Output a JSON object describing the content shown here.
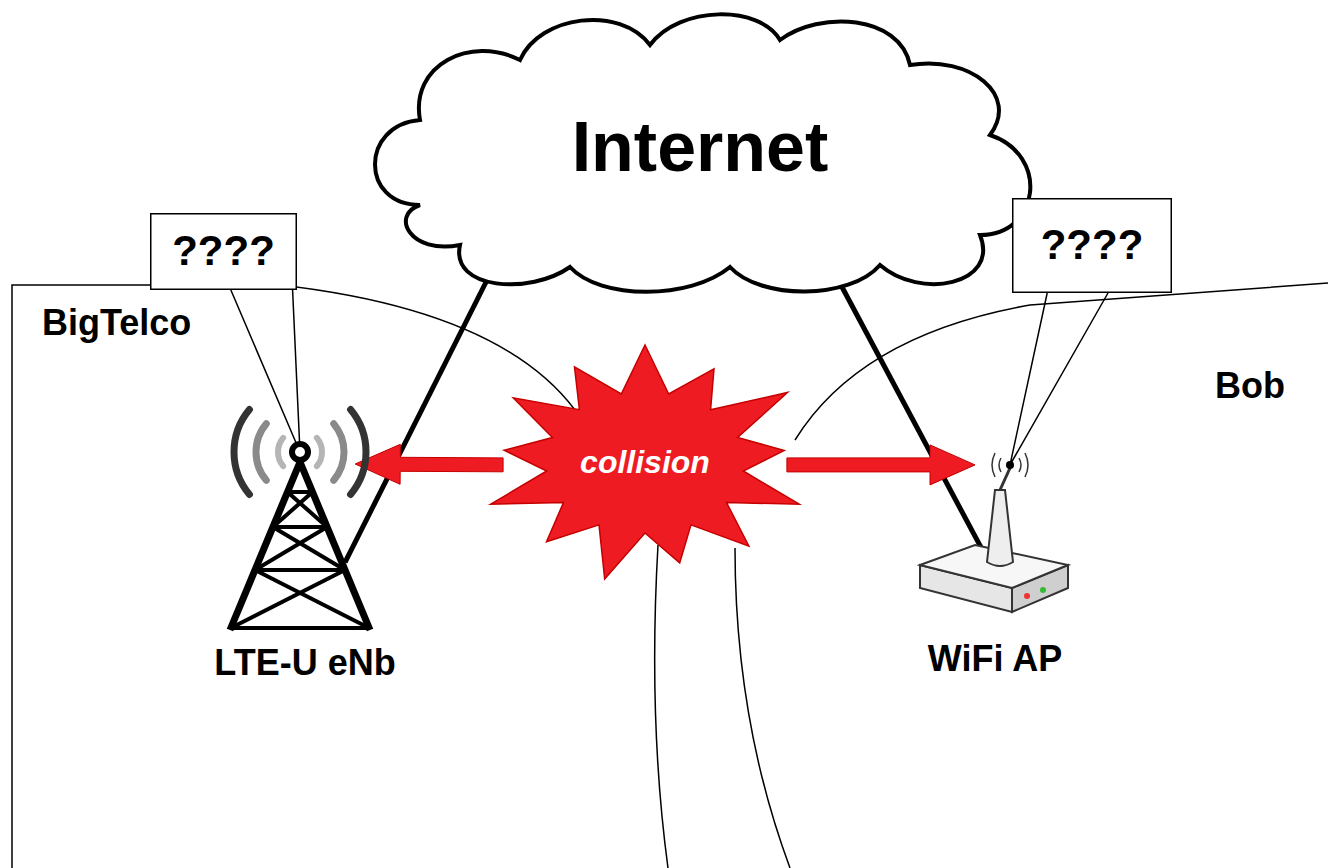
{
  "diagram": {
    "nodes": [
      {
        "text": [
          "Internet"
        ]
      },
      {
        "text": [
          "????"
        ]
      },
      {
        "text": [
          "????"
        ]
      },
      {
        "text": [
          "BigTelco"
        ]
      },
      {
        "text": [
          "LTE-U eNb"
        ],
        "in": 3
      },
      {
        "text": [
          "collision"
        ]
      },
      {
        "text": [
          "Bob"
        ]
      },
      {
        "text": [
          "WiFi AP"
        ],
        "in": 6
      }
    ],
    "edges": [
      {
        "from": 0,
        "to": 4,
        "arrow": "none"
      },
      {
        "from": 0,
        "to": 7,
        "arrow": "none"
      },
      {
        "from": 5,
        "to": 4,
        "arrow": "to"
      },
      {
        "from": 5,
        "to": 7,
        "arrow": "to"
      },
      {
        "from": 1,
        "to": 4,
        "arrow": "none"
      },
      {
        "from": 2,
        "to": 7,
        "arrow": "none"
      }
    ]
  }
}
